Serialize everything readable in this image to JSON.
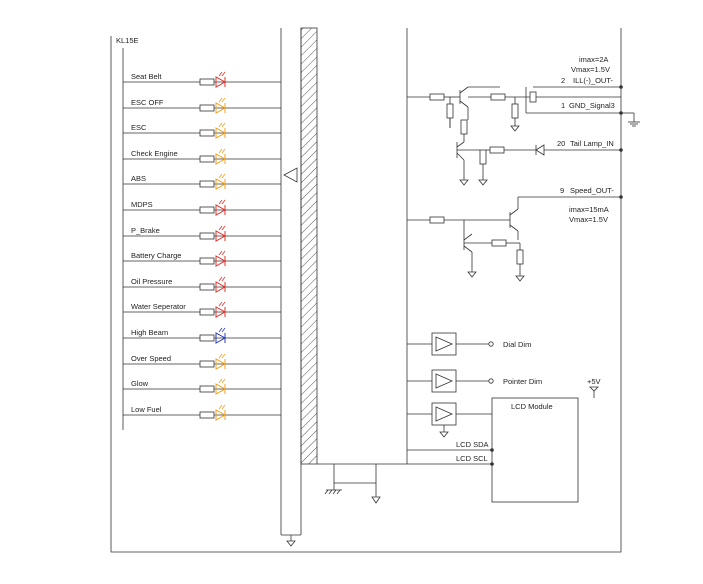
{
  "supply_label": "KL15E",
  "indicators": [
    {
      "label": "Seat Belt",
      "color": "#e0302a"
    },
    {
      "label": "ESC OFF",
      "color": "#f0a020"
    },
    {
      "label": "ESC",
      "color": "#f0a020"
    },
    {
      "label": "Check Engine",
      "color": "#f0a020"
    },
    {
      "label": "ABS",
      "color": "#f0a020"
    },
    {
      "label": "MDPS",
      "color": "#e0302a"
    },
    {
      "label": "P_Brake",
      "color": "#e0302a"
    },
    {
      "label": "Battery Charge",
      "color": "#e0302a"
    },
    {
      "label": "Oil Pressure",
      "color": "#e0302a"
    },
    {
      "label": "Water Seperator",
      "color": "#e0302a"
    },
    {
      "label": "High Beam",
      "color": "#2a3ab8"
    },
    {
      "label": "Over Speed",
      "color": "#f0a020"
    },
    {
      "label": "Glow",
      "color": "#f0a020"
    },
    {
      "label": "Low Fuel",
      "color": "#f0a020"
    }
  ],
  "ill_out": {
    "spec_imax": "imax=2A",
    "spec_vmax": "Vmax=1.5V",
    "pin": "2",
    "label": "ILL(-)_OUT-"
  },
  "gnd_signal": {
    "pin": "1",
    "label": "GND_Signal3"
  },
  "tail_lamp": {
    "pin": "20",
    "label": "Tail Lamp_IN"
  },
  "speed_out": {
    "pin": "9",
    "label": "Speed_OUT-",
    "spec_imax": "imax=15mA",
    "spec_vmax": "Vmax=1.5V"
  },
  "dims": [
    {
      "label": "Dial Dim"
    },
    {
      "label": "Pointer Dim"
    }
  ],
  "lcd": {
    "title": "LCD Module",
    "supply": "+5V",
    "sda": "LCD SDA",
    "scl": "LCD SCL"
  }
}
